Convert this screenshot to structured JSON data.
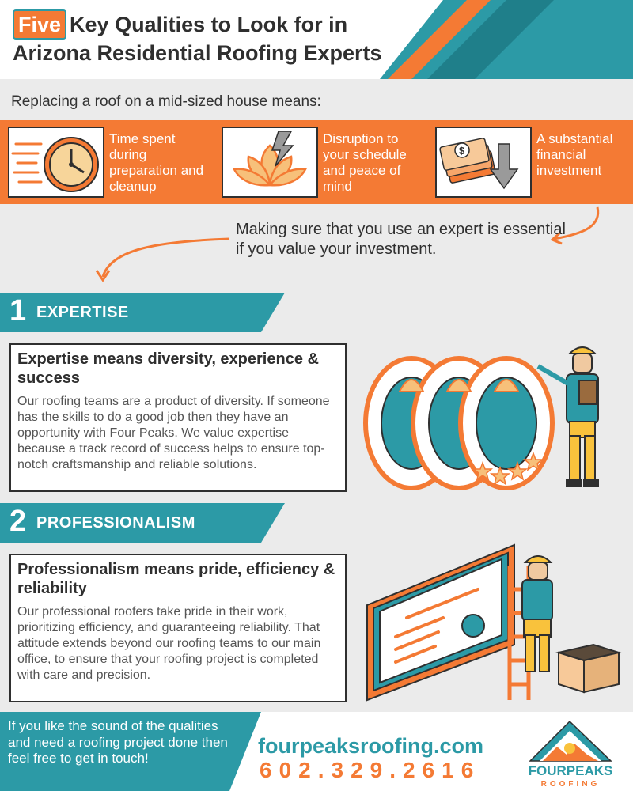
{
  "header": {
    "title_highlight": "Five",
    "title_line1": "Key Qualities to Look for in",
    "title_line2": "Arizona Residential Roofing Experts"
  },
  "intro": "Replacing a roof on a mid-sized house means:",
  "qualities": [
    {
      "icon": "clock-icon",
      "text": "Time spent during preparation and cleanup"
    },
    {
      "icon": "lotus-icon",
      "text": "Disruption to your schedule and peace of mind"
    },
    {
      "icon": "money-down-icon",
      "text": "A substantial financial investment"
    }
  ],
  "making_sure": "Making sure that you use an expert is essential if you value your investment.",
  "sections": [
    {
      "number": "1",
      "label": "EXPERTISE",
      "heading": "Expertise means diversity, experience & success",
      "body": "Our roofing teams are a product of diversity. If someone has the skills to do a good job then they have an opportunity with Four Peaks. We value expertise because a track record of success helps to ensure top-notch craftsmanship and reliable solutions."
    },
    {
      "number": "2",
      "label": "PROFESSIONALISM",
      "heading": "Professionalism means pride, efficiency & reliability",
      "body": "Our professional roofers take pride in their work, prioritizing efficiency, and guaranteeing reliability. That attitude extends beyond our roofing teams to our main office, to ensure that your roofing project is completed with care and precision."
    }
  ],
  "footer": {
    "cta": "If you like the sound of the qualities and need a roofing project done then feel free to get in touch!",
    "website": "fourpeaksroofing.com",
    "phone": "602.329.2616",
    "logo_text_top": "FOURPEAKS",
    "logo_text_bottom": "ROOFING"
  },
  "colors": {
    "teal": "#2c9aa6",
    "orange": "#f47a34",
    "dark": "#2f2f2f"
  }
}
